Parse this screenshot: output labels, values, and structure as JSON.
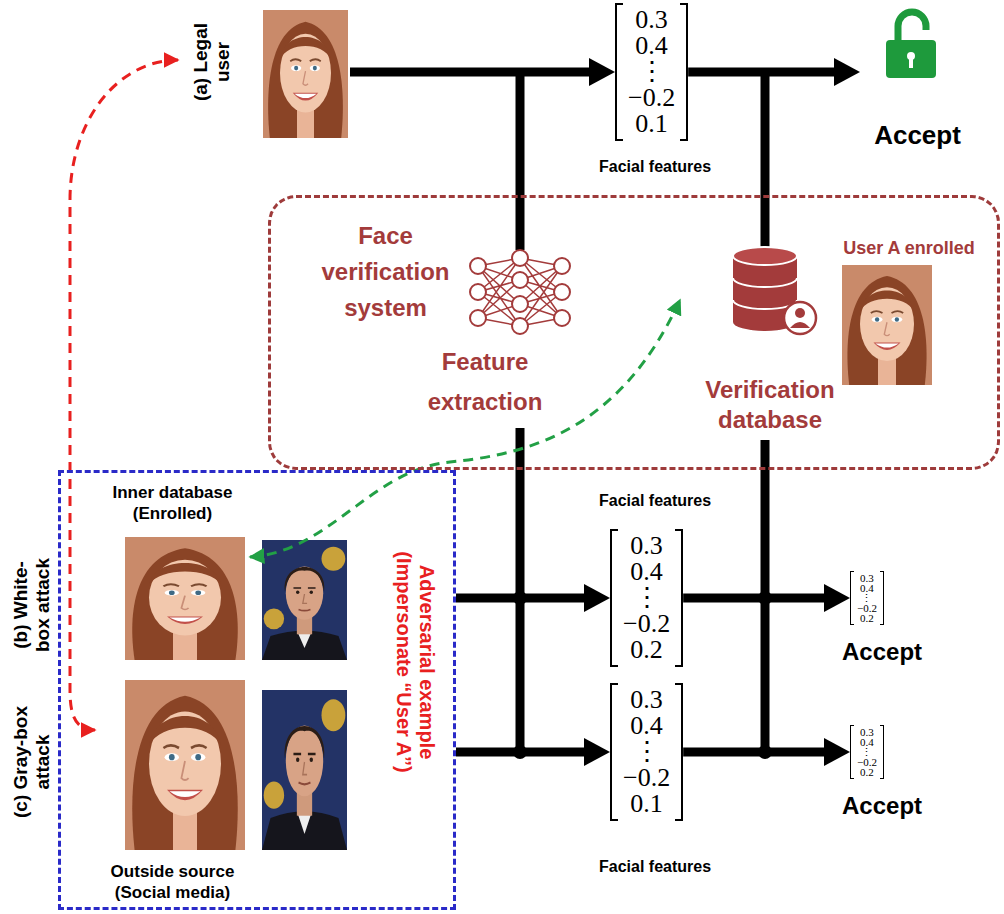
{
  "diagram": {
    "nodes": [
      {
        "text": [
          "(a) Legal user"
        ]
      },
      {
        "text": [
          "0.3",
          "0.4",
          "⋮",
          "−0.2",
          "0.1"
        ]
      },
      {
        "text": [
          "Accept"
        ]
      },
      {
        "text": [
          "Face verification system"
        ]
      },
      {
        "text": [
          "Feature extraction"
        ],
        "in": 3
      },
      {
        "text": [
          "Verification database"
        ],
        "in": 3
      },
      {
        "text": [
          "User A enrolled"
        ],
        "in": 3
      },
      {
        "text": [
          "Adversarial example (Impersonate “User A”)"
        ]
      },
      {
        "text": [
          "Inner database (Enrolled)"
        ],
        "in": 7
      },
      {
        "text": [
          "Outside source (Social media)"
        ],
        "in": 7
      },
      {
        "text": [
          "0.3",
          "0.4",
          "⋮",
          "−0.2",
          "0.2"
        ]
      },
      {
        "text": [
          "0.3",
          "0.4",
          "⋮",
          "−0.2",
          "0.2"
        ]
      },
      {
        "text": [
          "0.3",
          "0.4",
          "⋮",
          "−0.2",
          "0.1"
        ]
      },
      {
        "text": [
          "0.3",
          "0.4",
          "⋮",
          "−0.2",
          "0.2"
        ]
      }
    ],
    "edges": [
      {
        "from": 0,
        "to": 1,
        "arrow": "to"
      },
      {
        "from": 1,
        "to": 2,
        "arrow": "to"
      },
      {
        "from": 7,
        "to": 10,
        "arrow": "to"
      },
      {
        "from": 10,
        "to": 11,
        "arrow": "to"
      },
      {
        "from": 7,
        "to": 12,
        "arrow": "to"
      },
      {
        "from": 12,
        "to": 13,
        "arrow": "to"
      },
      {
        "from": 9,
        "to": 0,
        "arrow": "both"
      },
      {
        "from": 8,
        "to": 5,
        "arrow": "both"
      }
    ],
    "labels": [
      "Facial features",
      "Facial features",
      "(b) White-box attack",
      "Accept",
      "(c) Gray-box attack",
      "Accept",
      "Facial features"
    ]
  }
}
